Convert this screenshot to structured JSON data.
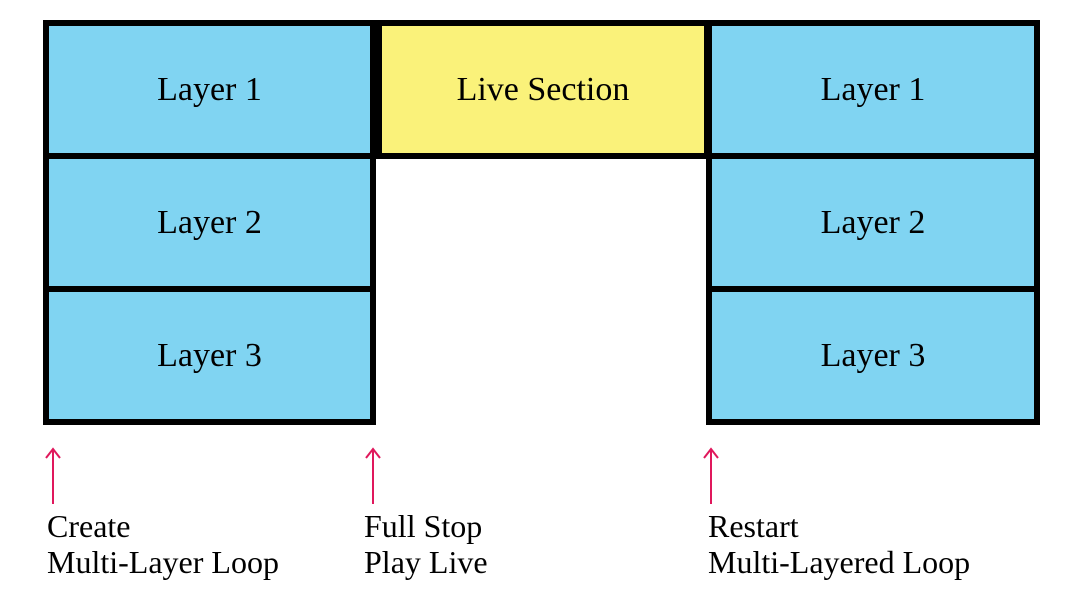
{
  "diagram": {
    "left_column": {
      "layer_1": "Layer 1",
      "layer_2": "Layer 2",
      "layer_3": "Layer 3"
    },
    "live_section": "Live Section",
    "right_column": {
      "layer_1": "Layer 1",
      "layer_2": "Layer 2",
      "layer_3": "Layer 3"
    },
    "captions": [
      {
        "line1": "Create",
        "line2": "Multi-Layer Loop"
      },
      {
        "line1": "Full Stop",
        "line2": "Play Live"
      },
      {
        "line1": "Restart",
        "line2": "Multi-Layered Loop"
      }
    ],
    "colors": {
      "layer_fill": "#80d4f2",
      "live_fill": "#faf27a",
      "border": "#000000",
      "arrow": "#e0185c"
    }
  }
}
